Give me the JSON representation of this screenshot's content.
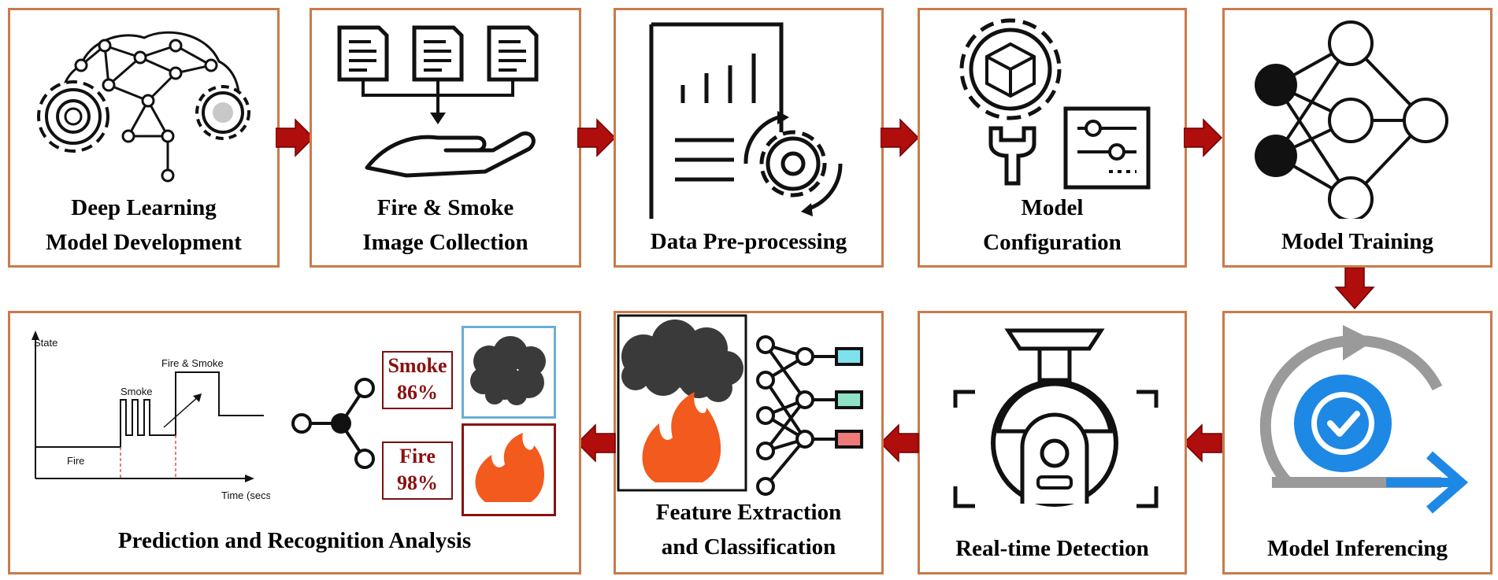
{
  "colors": {
    "border": "#c97b4a",
    "arrow": "#b00d0d",
    "fire": "#f25a1e",
    "smoke": "#3a3a3a",
    "blue": "#1e88e5"
  },
  "steps": {
    "s1": {
      "line1": "Deep Learning",
      "line2": "Model Development"
    },
    "s2": {
      "line1": "Fire & Smoke",
      "line2": "Image Collection"
    },
    "s3": {
      "line1": "Data Pre-processing"
    },
    "s4": {
      "line1": "Model",
      "line2": "Configuration"
    },
    "s5": {
      "line1": "Model Training"
    },
    "s6": {
      "line1": "Model Inferencing"
    },
    "s7": {
      "line1": "Real-time Detection"
    },
    "s8": {
      "line1": "Feature Extraction",
      "line2": "and Classification"
    },
    "s9": {
      "line1": "Prediction and Recognition Analysis"
    }
  },
  "plot": {
    "y_label": "State",
    "x_label": "Time (secs)",
    "fire": "Fire",
    "smoke": "Smoke",
    "fire_smoke": "Fire & Smoke"
  },
  "results": {
    "smoke_label": "Smoke",
    "smoke_pct": "86%",
    "fire_label": "Fire",
    "fire_pct": "98%"
  }
}
